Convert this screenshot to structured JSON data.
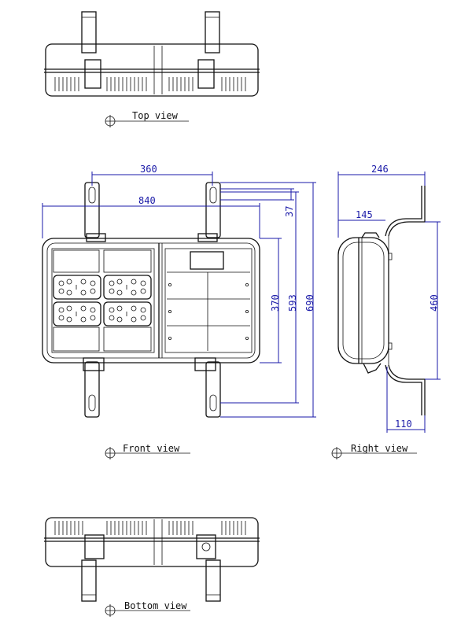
{
  "views": {
    "top": "Top view",
    "front": "Front view",
    "right": "Right view",
    "bottom": "Bottom view"
  },
  "dimensions": {
    "d360": "360",
    "d840": "840",
    "d37": "37",
    "d370": "370",
    "d593": "593",
    "d690": "690",
    "d246": "246",
    "d145": "145",
    "d460": "460",
    "d110": "110"
  },
  "colors": {
    "line": "#111111",
    "dimension": "#1a1aa8"
  }
}
